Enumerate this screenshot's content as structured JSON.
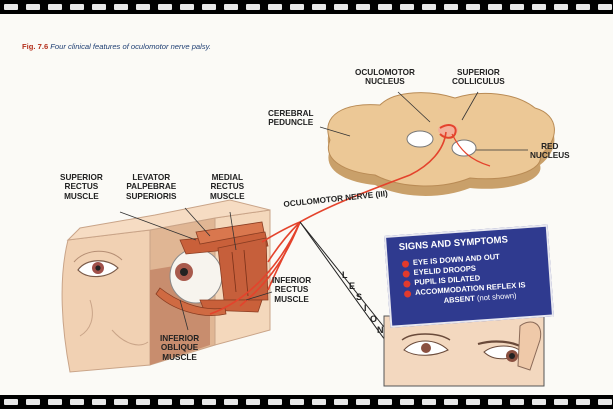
{
  "caption": {
    "figure_number": "Fig. 7.6",
    "text": "Four clinical features of oculomotor nerve palsy."
  },
  "labels": {
    "oculomotor_nucleus": [
      "OCULOMOTOR",
      "NUCLEUS"
    ],
    "superior_colliculus": [
      "SUPERIOR",
      "COLLICULUS"
    ],
    "cerebral_peduncle": [
      "CEREBRAL",
      "PEDUNCLE"
    ],
    "red_nucleus": [
      "RED",
      "NUCLEUS"
    ],
    "superior_rectus": [
      "SUPERIOR",
      "RECTUS",
      "MUSCLE"
    ],
    "levator": [
      "LEVATOR",
      "PALPEBRAE",
      "SUPERIORIS"
    ],
    "medial_rectus": [
      "MEDIAL",
      "RECTUS",
      "MUSCLE"
    ],
    "oculomotor_nerve": "OCULOMOTOR NERVE (III)",
    "inferior_rectus": [
      "INFERIOR",
      "RECTUS",
      "MUSCLE"
    ],
    "inferior_oblique": [
      "INFERIOR",
      "OBLIQUE",
      "MUSCLE"
    ],
    "lesion": [
      "L",
      "E",
      "S",
      "I",
      "O",
      "N"
    ]
  },
  "signs_and_symptoms": {
    "title": "SIGNS AND SYMPTOMS",
    "items": [
      {
        "text": "EYE IS DOWN AND OUT"
      },
      {
        "text": "EYELID DROOPS"
      },
      {
        "text": "PUPIL IS DILATED"
      },
      {
        "text": "ACCOMMODATION REFLEX IS",
        "continuation": "ABSENT",
        "note": "(not shown)"
      }
    ]
  },
  "colors": {
    "nerve": "#e4432c",
    "muscle": "#c9603a",
    "brainstem": "#e9c28f",
    "skin": "#f3d2b4",
    "panel": "#2f3a8f"
  }
}
